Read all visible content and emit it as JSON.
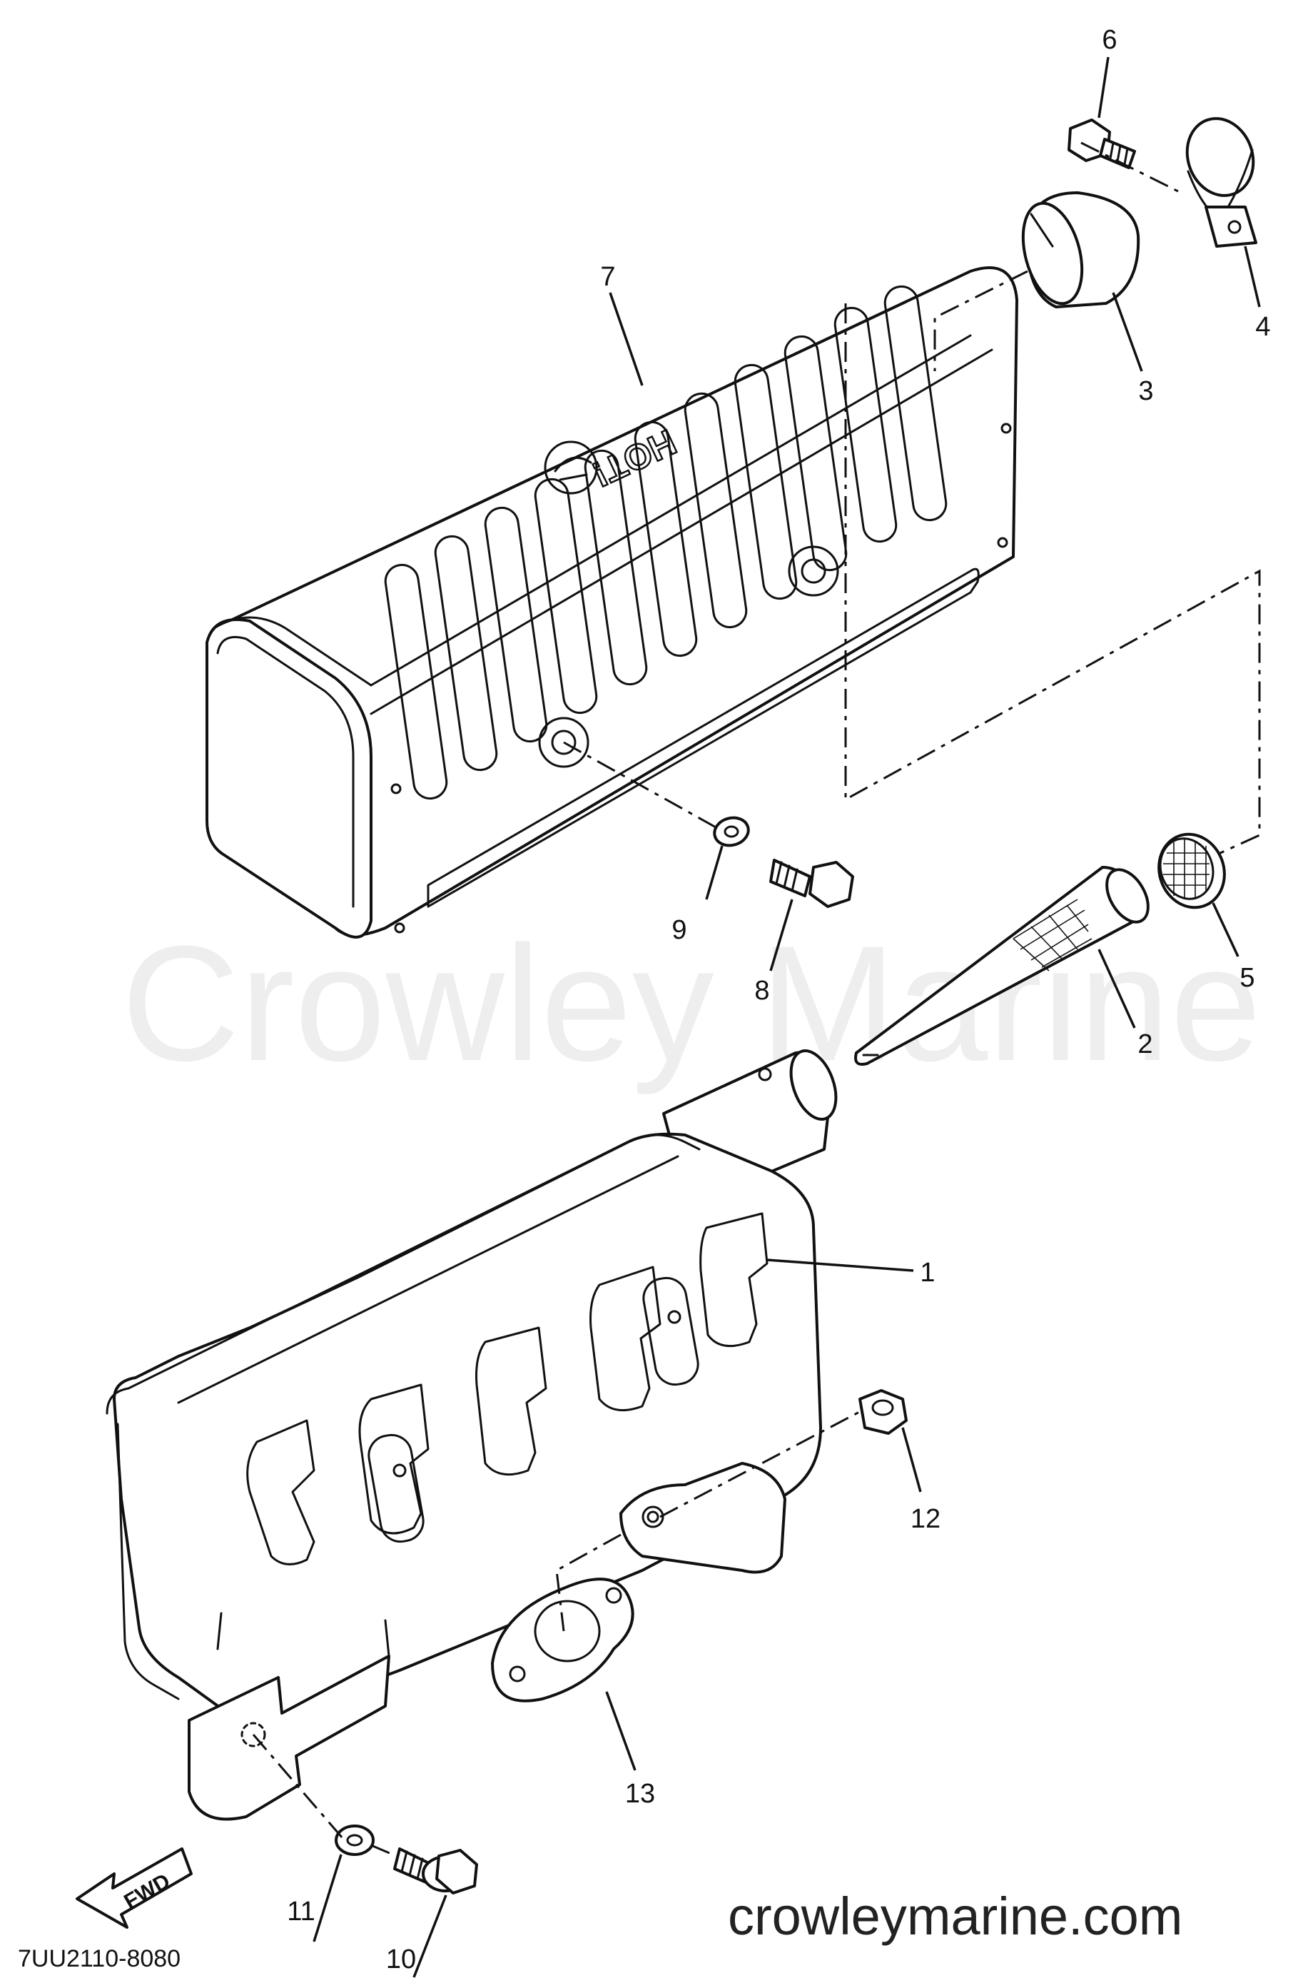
{
  "diagram": {
    "drawing_code": "7UU2110-8080",
    "watermark": "Crowley Marine",
    "website": "crowleymarine.com",
    "direction_label": "FWD",
    "cover_warning": "HOT!",
    "callouts": [
      "1",
      "2",
      "3",
      "4",
      "5",
      "6",
      "7",
      "8",
      "9",
      "10",
      "11",
      "12",
      "13"
    ]
  }
}
